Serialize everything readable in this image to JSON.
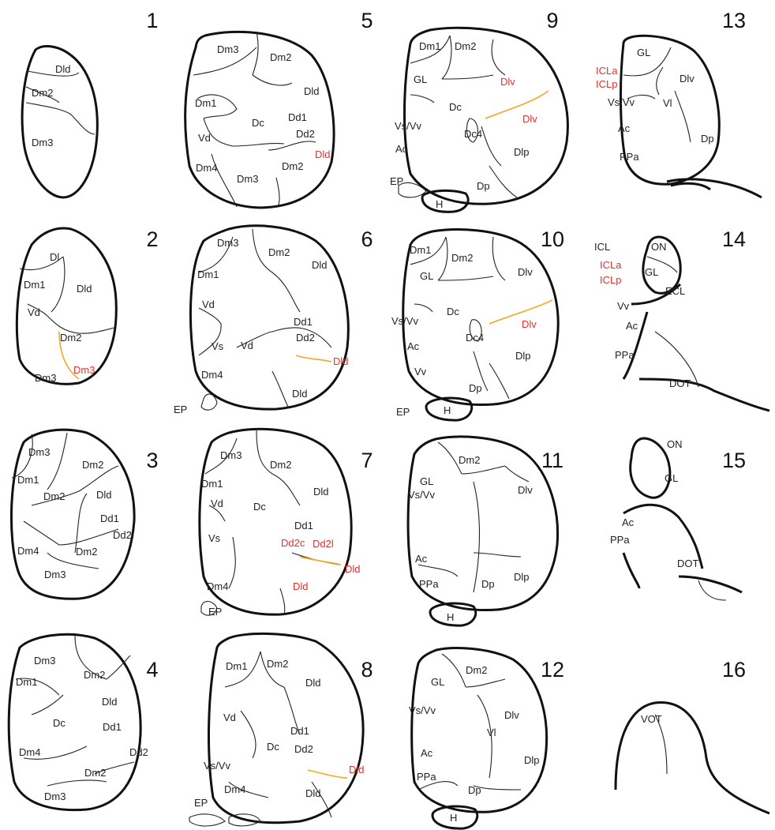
{
  "colors": {
    "outline": "#111111",
    "label": "#222222",
    "highlight_label": "#e53030",
    "boundary": "#f5a623"
  },
  "sections": [
    {
      "number": "1",
      "labels": [
        {
          "text": "Dld",
          "color": "black"
        },
        {
          "text": "Dm2",
          "color": "black"
        },
        {
          "text": "Dm3",
          "color": "black"
        }
      ]
    },
    {
      "number": "2",
      "labels": [
        {
          "text": "Dl",
          "color": "black"
        },
        {
          "text": "Dm1",
          "color": "black"
        },
        {
          "text": "Dld",
          "color": "black"
        },
        {
          "text": "Vd",
          "color": "black"
        },
        {
          "text": "Dm2",
          "color": "black"
        },
        {
          "text": "Dm3",
          "color": "red"
        },
        {
          "text": "Dm3",
          "color": "black"
        }
      ]
    },
    {
      "number": "3",
      "labels": [
        {
          "text": "Dm3",
          "color": "black"
        },
        {
          "text": "Dm2",
          "color": "black"
        },
        {
          "text": "Dm1",
          "color": "black"
        },
        {
          "text": "Dm2",
          "color": "black"
        },
        {
          "text": "Dld",
          "color": "black"
        },
        {
          "text": "Dd1",
          "color": "black"
        },
        {
          "text": "Dd2",
          "color": "black"
        },
        {
          "text": "Dm4",
          "color": "black"
        },
        {
          "text": "Dm2",
          "color": "black"
        },
        {
          "text": "Dm3",
          "color": "black"
        }
      ]
    },
    {
      "number": "4",
      "labels": [
        {
          "text": "Dm3",
          "color": "black"
        },
        {
          "text": "Dm2",
          "color": "black"
        },
        {
          "text": "Dm1",
          "color": "black"
        },
        {
          "text": "Dld",
          "color": "black"
        },
        {
          "text": "Dc",
          "color": "black"
        },
        {
          "text": "Dd1",
          "color": "black"
        },
        {
          "text": "Dm4",
          "color": "black"
        },
        {
          "text": "Dd2",
          "color": "black"
        },
        {
          "text": "Dm2",
          "color": "black"
        },
        {
          "text": "Dm3",
          "color": "black"
        }
      ]
    },
    {
      "number": "5",
      "labels": [
        {
          "text": "Dm3",
          "color": "black"
        },
        {
          "text": "Dm2",
          "color": "black"
        },
        {
          "text": "Dm1",
          "color": "black"
        },
        {
          "text": "Dld",
          "color": "black"
        },
        {
          "text": "Dc",
          "color": "black"
        },
        {
          "text": "Dd1",
          "color": "black"
        },
        {
          "text": "Dd2",
          "color": "black"
        },
        {
          "text": "Vd",
          "color": "black"
        },
        {
          "text": "Dld",
          "color": "red"
        },
        {
          "text": "Dm4",
          "color": "black"
        },
        {
          "text": "Dm3",
          "color": "black"
        },
        {
          "text": "Dm2",
          "color": "black"
        }
      ]
    },
    {
      "number": "6",
      "labels": [
        {
          "text": "Dm3",
          "color": "black"
        },
        {
          "text": "Dm2",
          "color": "black"
        },
        {
          "text": "Dm1",
          "color": "black"
        },
        {
          "text": "Dld",
          "color": "black"
        },
        {
          "text": "Vd",
          "color": "black"
        },
        {
          "text": "Dd1",
          "color": "black"
        },
        {
          "text": "Vs",
          "color": "black"
        },
        {
          "text": "Vd",
          "color": "black"
        },
        {
          "text": "Dd2",
          "color": "black"
        },
        {
          "text": "Dld",
          "color": "red"
        },
        {
          "text": "Dm4",
          "color": "black"
        },
        {
          "text": "Dld",
          "color": "black"
        },
        {
          "text": "EP",
          "color": "black"
        }
      ]
    },
    {
      "number": "7",
      "labels": [
        {
          "text": "Dm3",
          "color": "black"
        },
        {
          "text": "Dm2",
          "color": "black"
        },
        {
          "text": "Dm1",
          "color": "black"
        },
        {
          "text": "Dld",
          "color": "black"
        },
        {
          "text": "Vd",
          "color": "black"
        },
        {
          "text": "Dc",
          "color": "black"
        },
        {
          "text": "Dd1",
          "color": "black"
        },
        {
          "text": "Dd2c",
          "color": "red"
        },
        {
          "text": "Dd2l",
          "color": "red"
        },
        {
          "text": "Vs",
          "color": "black"
        },
        {
          "text": "Dld",
          "color": "red"
        },
        {
          "text": "Dld",
          "color": "red"
        },
        {
          "text": "Dm4",
          "color": "black"
        },
        {
          "text": "EP",
          "color": "black"
        }
      ]
    },
    {
      "number": "8",
      "labels": [
        {
          "text": "Dm1",
          "color": "black"
        },
        {
          "text": "Dm2",
          "color": "black"
        },
        {
          "text": "Dld",
          "color": "black"
        },
        {
          "text": "Vd",
          "color": "black"
        },
        {
          "text": "Dd1",
          "color": "black"
        },
        {
          "text": "Dc",
          "color": "black"
        },
        {
          "text": "Dd2",
          "color": "black"
        },
        {
          "text": "Vs/Vv",
          "color": "black"
        },
        {
          "text": "Dld",
          "color": "red"
        },
        {
          "text": "Dm4",
          "color": "black"
        },
        {
          "text": "Dld",
          "color": "black"
        },
        {
          "text": "EP",
          "color": "black"
        }
      ]
    },
    {
      "number": "9",
      "labels": [
        {
          "text": "Dm1",
          "color": "black"
        },
        {
          "text": "Dm2",
          "color": "black"
        },
        {
          "text": "Dlv",
          "color": "red"
        },
        {
          "text": "GL",
          "color": "black"
        },
        {
          "text": "Dc",
          "color": "black"
        },
        {
          "text": "Dlv",
          "color": "red"
        },
        {
          "text": "Vs/Vv",
          "color": "black"
        },
        {
          "text": "Dc4",
          "color": "black"
        },
        {
          "text": "Ac",
          "color": "black"
        },
        {
          "text": "Dlp",
          "color": "black"
        },
        {
          "text": "EP",
          "color": "black"
        },
        {
          "text": "Dp",
          "color": "black"
        },
        {
          "text": "H",
          "color": "black"
        }
      ]
    },
    {
      "number": "10",
      "labels": [
        {
          "text": "Dm1",
          "color": "black"
        },
        {
          "text": "Dm2",
          "color": "black"
        },
        {
          "text": "GL",
          "color": "black"
        },
        {
          "text": "Dlv",
          "color": "black"
        },
        {
          "text": "Vs/Vv",
          "color": "black"
        },
        {
          "text": "Dc",
          "color": "black"
        },
        {
          "text": "Dlv",
          "color": "red"
        },
        {
          "text": "Ac",
          "color": "black"
        },
        {
          "text": "Dc4",
          "color": "black"
        },
        {
          "text": "Dlp",
          "color": "black"
        },
        {
          "text": "Vv",
          "color": "black"
        },
        {
          "text": "Dp",
          "color": "black"
        },
        {
          "text": "EP",
          "color": "black"
        },
        {
          "text": "H",
          "color": "black"
        }
      ]
    },
    {
      "number": "11",
      "labels": [
        {
          "text": "Dm2",
          "color": "black"
        },
        {
          "text": "GL",
          "color": "black"
        },
        {
          "text": "Dlv",
          "color": "black"
        },
        {
          "text": "Vs/Vv",
          "color": "black"
        },
        {
          "text": "Ac",
          "color": "black"
        },
        {
          "text": "Dlp",
          "color": "black"
        },
        {
          "text": "PPa",
          "color": "black"
        },
        {
          "text": "Dp",
          "color": "black"
        },
        {
          "text": "H",
          "color": "black"
        }
      ]
    },
    {
      "number": "12",
      "labels": [
        {
          "text": "Dm2",
          "color": "black"
        },
        {
          "text": "GL",
          "color": "black"
        },
        {
          "text": "Vs/Vv",
          "color": "black"
        },
        {
          "text": "Dlv",
          "color": "black"
        },
        {
          "text": "Vl",
          "color": "black"
        },
        {
          "text": "Ac",
          "color": "black"
        },
        {
          "text": "Dlp",
          "color": "black"
        },
        {
          "text": "PPa",
          "color": "black"
        },
        {
          "text": "Dp",
          "color": "black"
        },
        {
          "text": "H",
          "color": "black"
        }
      ]
    },
    {
      "number": "13",
      "labels": [
        {
          "text": "GL",
          "color": "black"
        },
        {
          "text": "ICLa",
          "color": "red"
        },
        {
          "text": "ICLp",
          "color": "red"
        },
        {
          "text": "Dlv",
          "color": "black"
        },
        {
          "text": "Vs/Vv",
          "color": "black"
        },
        {
          "text": "Vl",
          "color": "black"
        },
        {
          "text": "Ac",
          "color": "black"
        },
        {
          "text": "Dp",
          "color": "black"
        },
        {
          "text": "PPa",
          "color": "black"
        }
      ]
    },
    {
      "number": "14",
      "labels": [
        {
          "text": "ICL",
          "color": "black"
        },
        {
          "text": "ON",
          "color": "black"
        },
        {
          "text": "ICLa",
          "color": "red"
        },
        {
          "text": "ICLp",
          "color": "red"
        },
        {
          "text": "GL",
          "color": "black"
        },
        {
          "text": "ECL",
          "color": "black"
        },
        {
          "text": "Vv",
          "color": "black"
        },
        {
          "text": "Ac",
          "color": "black"
        },
        {
          "text": "PPa",
          "color": "black"
        },
        {
          "text": "DOT",
          "color": "black"
        }
      ]
    },
    {
      "number": "15",
      "labels": [
        {
          "text": "ON",
          "color": "black"
        },
        {
          "text": "GL",
          "color": "black"
        },
        {
          "text": "Ac",
          "color": "black"
        },
        {
          "text": "PPa",
          "color": "black"
        },
        {
          "text": "DOT",
          "color": "black"
        }
      ]
    },
    {
      "number": "16",
      "labels": [
        {
          "text": "VOT",
          "color": "black"
        }
      ]
    }
  ]
}
